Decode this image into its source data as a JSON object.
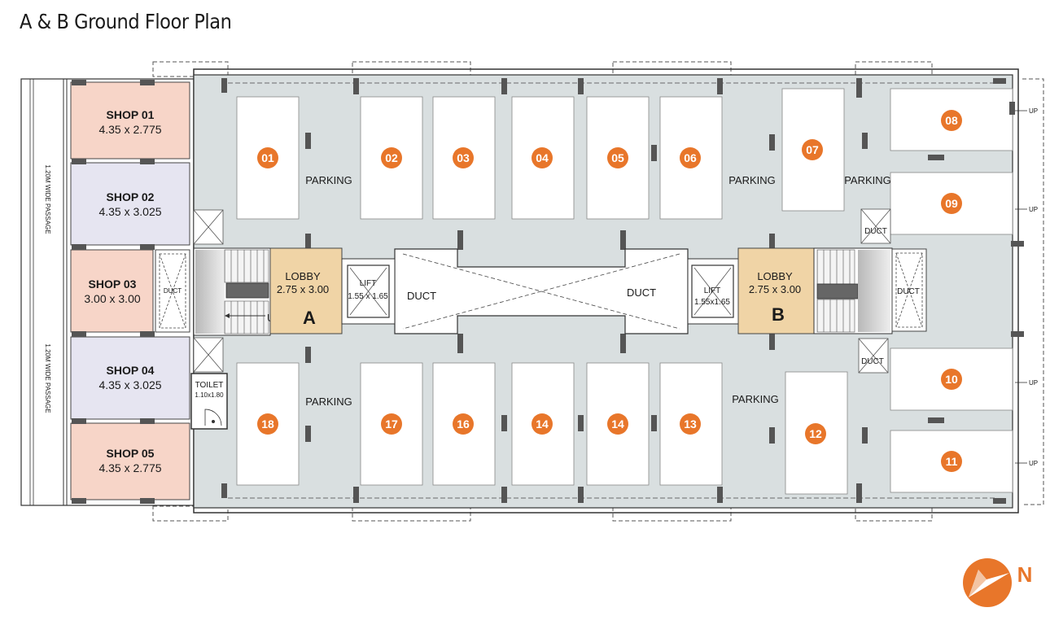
{
  "title": "A & B Ground Floor Plan",
  "colors": {
    "floor": "#d9dfe0",
    "shop_peach": "#f7d5c8",
    "shop_lavender": "#e6e5f1",
    "lobby": "#f0d4a6",
    "badge": "#e8762a",
    "wall": "#3a3a3a"
  },
  "shops": [
    {
      "name": "SHOP  01",
      "size": "4.35 x 2.775"
    },
    {
      "name": "SHOP  02",
      "size": "4.35 x 3.025"
    },
    {
      "name": "SHOP  03",
      "size": "3.00 x 3.00"
    },
    {
      "name": "SHOP  04",
      "size": "4.35 x 3.025"
    },
    {
      "name": "SHOP 05",
      "size": "4.35 x 2.775"
    }
  ],
  "passage_label": "1.20M WIDE PASSAGE",
  "parking_label": "PARKING",
  "duct_label": "DUCT",
  "stair_up": "UP",
  "lobby_a": {
    "name": "LOBBY",
    "size": "2.75 x 3.00",
    "letter": "A"
  },
  "lobby_b": {
    "name": "LOBBY",
    "size": "2.75 x 3.00",
    "letter": "B"
  },
  "lift_a": {
    "name": "LIFT",
    "size": "1.55 x 1.65"
  },
  "lift_b": {
    "name": "LIFT",
    "size": "1.55x1.65"
  },
  "toilet": {
    "name": "TOILET",
    "size": "1.10x1.80"
  },
  "bays_top": [
    "01",
    "02",
    "03",
    "04",
    "05",
    "06",
    "07",
    "08",
    "09"
  ],
  "bays_bottom": [
    "18",
    "17",
    "16",
    "14",
    "14",
    "13",
    "12",
    "10",
    "11"
  ],
  "north": "N"
}
